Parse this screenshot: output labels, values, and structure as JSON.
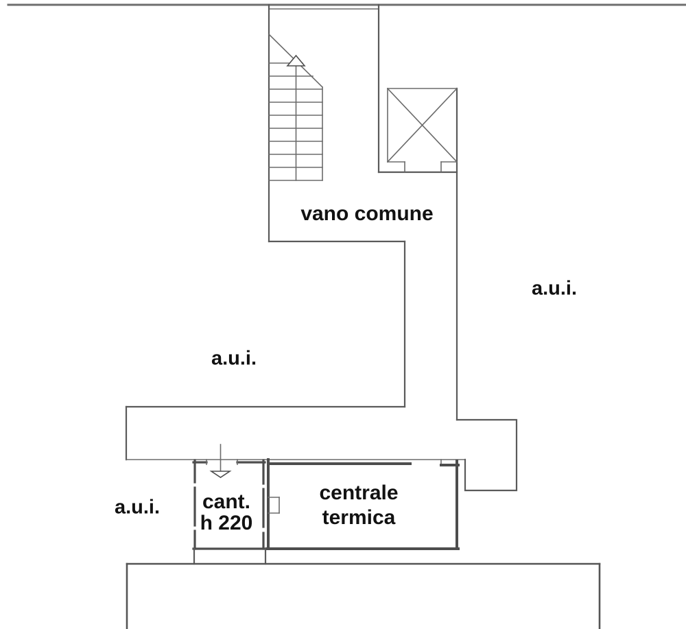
{
  "document": {
    "type": "floor-plan",
    "language": "it"
  },
  "labels": {
    "vano_comune": "vano comune",
    "aui_upper_right": "a.u.i.",
    "aui_middle_left": "a.u.i.",
    "aui_lower_left": "a.u.i.",
    "cantina": {
      "line1": "cant.",
      "line2": "h 220"
    },
    "centrale_termica": {
      "line1": "centrale",
      "line2": "termica"
    }
  },
  "icons": {
    "stairs_direction": "up-arrow",
    "cantina_entrance": "down-arrow",
    "elevator_symbol": "crossed-box"
  },
  "colors": {
    "background": "#ffffff",
    "line_thin": "#6b6b6b",
    "line_medium": "#5a5a5a",
    "line_wall": "#4d4d4d",
    "text": "#121212"
  }
}
